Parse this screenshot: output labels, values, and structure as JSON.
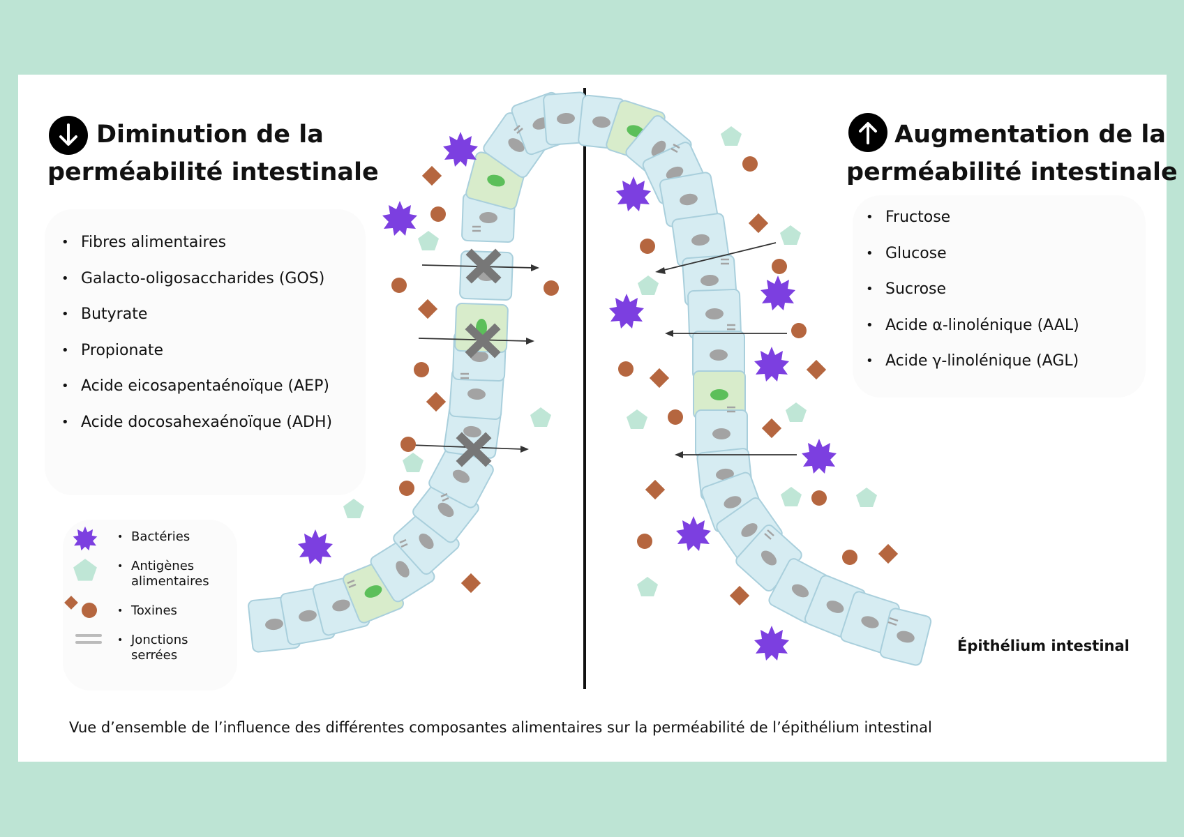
{
  "left_panel": {
    "title_line1": "Diminution de la",
    "title_line2": "perméabilité intestinale",
    "icon": "arrow-down-circle-icon",
    "items": [
      "Fibres alimentaires",
      "Galacto-oligosaccharides (GOS)",
      "Butyrate",
      "Propionate",
      "Acide eicosapentaénoïque (AEP)",
      "Acide docosahexaénoïque (ADH)"
    ]
  },
  "right_panel": {
    "title_line1": "Augmentation de la",
    "title_line2": "perméabilité intestinale",
    "icon": "arrow-up-circle-icon",
    "items": [
      "Fructose",
      "Glucose",
      "Sucrose",
      "Acide α-linolénique  (AAL)",
      "Acide γ-linolénique (AGL)"
    ]
  },
  "legend": {
    "bacteria": "Bactéries",
    "antigens_line1": "Antigènes",
    "antigens_line2": "alimentaires",
    "toxins": "Toxines",
    "junctions_line1": "Jonctions",
    "junctions_line2": "serrées"
  },
  "epithelium_label": "Épithélium intestinal",
  "caption": "Vue d’ensemble de l’influence des différentes composantes alimentaires sur la perméabilité de l’épithélium intestinal",
  "colors": {
    "background": "#bde4d4",
    "bacteria": "#7c3fe0",
    "antigen": "#bfe6d6",
    "toxin": "#b5663f",
    "cell": "#d6ecf2",
    "cell_border": "#a9cfdc",
    "goblet_cell": "#d8eccb",
    "nucleus": "#a3a3a3",
    "goblet_nucleus": "#5cbf5a",
    "blocked_mark": "#777777"
  }
}
